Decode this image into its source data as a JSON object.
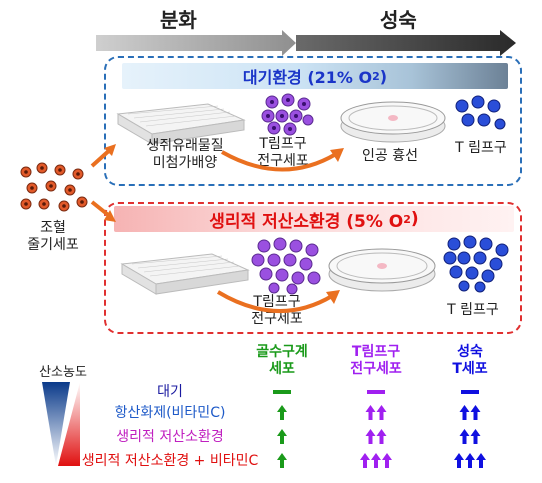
{
  "stages": {
    "differentiation": "분화",
    "maturation": "성숙"
  },
  "atmospheric": {
    "title": "대기환경 (21% O",
    "title_sub": "2",
    "title_end": ")",
    "culture_label_1": "생쥐유래물질",
    "culture_label_2": "미첨가배양",
    "progenitor_label_1": "T림프구",
    "progenitor_label_2": "전구세포",
    "thymus_label": "인공 흉선",
    "tcell_label": "T 림프구"
  },
  "physiological": {
    "title": "생리적 저산소환경 (5% O",
    "title_sub": "2",
    "title_end": ")",
    "progenitor_label_1": "T림프구",
    "progenitor_label_2": "전구세포",
    "tcell_label": "T 림프구"
  },
  "stem": {
    "label_1": "조혈",
    "label_2": "줄기세포"
  },
  "oxygen_label": "산소농도",
  "columns": {
    "bone_marrow": {
      "line1": "골수구계",
      "line2": "세포",
      "color": "#1a9a1a"
    },
    "progenitor": {
      "line1": "T림프구",
      "line2": "전구세포",
      "color": "#a020f0"
    },
    "mature": {
      "line1": "성숙",
      "line2": "T세포",
      "color": "#1010e0"
    }
  },
  "rows": [
    {
      "label": "대기",
      "color": "#1a1aa0",
      "marks": [
        "bar",
        "bar",
        "bar"
      ]
    },
    {
      "label": "항산화제(비타민C)",
      "color": "#1e5ac8",
      "marks": [
        "up1",
        "up2",
        "up2"
      ]
    },
    {
      "label": "생리적 저산소환경",
      "color": "#c020c0",
      "marks": [
        "up1",
        "up2",
        "up2"
      ]
    },
    {
      "label": "생리적 저산소환경 + 비타민C",
      "color": "#e01010",
      "marks": [
        "up1",
        "up3",
        "up3"
      ]
    }
  ]
}
